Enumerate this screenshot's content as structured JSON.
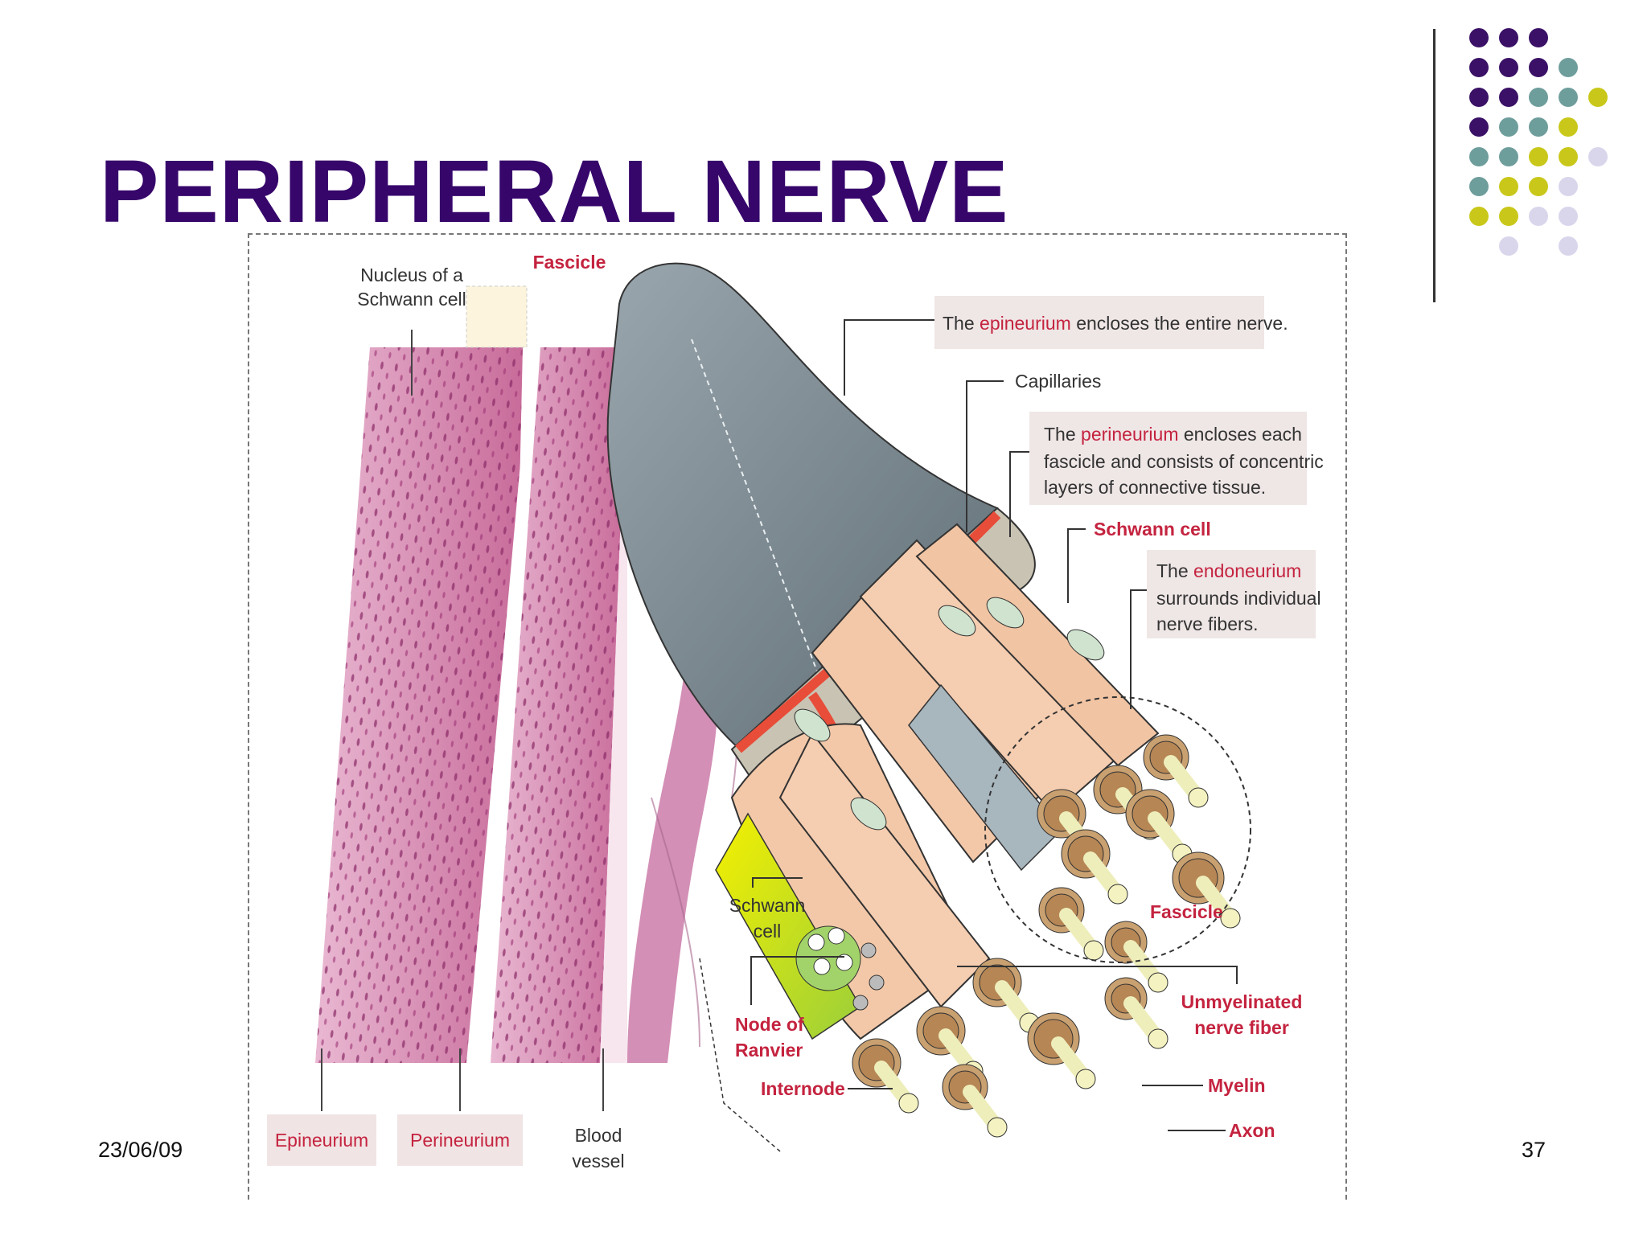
{
  "slide": {
    "title": "PERIPHERAL NERVE",
    "date": "23/06/09",
    "page_number": "37"
  },
  "decoration": {
    "dot_colors": {
      "purple": "#3a1166",
      "teal": "#6e9e9c",
      "olive": "#c9c81a",
      "lavender": "#d9d6ec"
    }
  },
  "diagram": {
    "left_labels": {
      "nucleus": [
        "Nucleus of a",
        "Schwann cell"
      ],
      "fascicle_top": "Fascicle",
      "epineurium": "Epineurium",
      "perineurium": "Perineurium",
      "blood_vessel": [
        "Blood",
        "vessel"
      ]
    },
    "callouts": {
      "epineurium": {
        "pre": "The ",
        "term": "epineurium",
        "post": " encloses the entire nerve."
      },
      "capillaries": "Capillaries",
      "perineurium": {
        "pre": "The ",
        "term": "perineurium",
        "line1_post": " encloses each",
        "line2": "fascicle and consists of concentric",
        "line3": "layers of connective tissue."
      },
      "schwann_cell_top": "Schwann cell",
      "endoneurium": {
        "pre": "The ",
        "term": "endoneurium",
        "line2": "surrounds individual",
        "line3": "nerve fibers."
      },
      "fascicle_circle": "Fascicle",
      "schwann_cell_bottom": [
        "Schwann",
        "cell"
      ],
      "node_of_ranvier": [
        "Node of",
        "Ranvier"
      ],
      "internode": "Internode",
      "unmyelinated": [
        "Unmyelinated",
        "nerve fiber"
      ],
      "myelin": "Myelin",
      "axon": "Axon"
    }
  }
}
